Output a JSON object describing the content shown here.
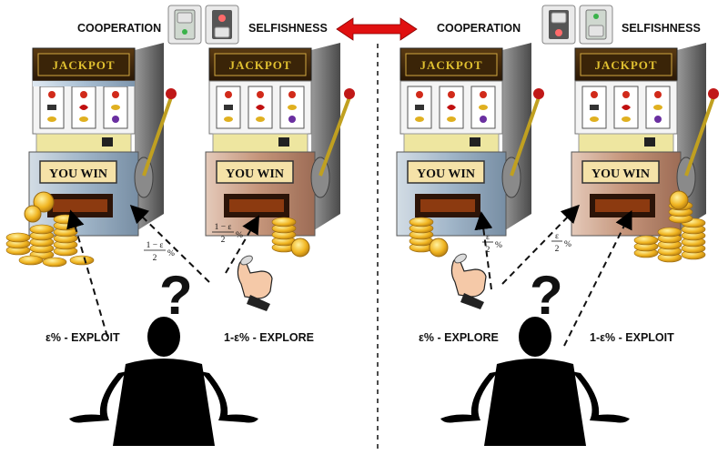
{
  "labels": {
    "left_cooperation": "COOPERATION",
    "left_selfishness": "SELFISHNESS",
    "right_cooperation": "COOPERATION",
    "right_selfishness": "SELFISHNESS"
  },
  "machines": {
    "jackpot": "JACKPOT",
    "you_win": "YOU WIN"
  },
  "left_panel": {
    "exploit_label": "ε% - EXPLOIT",
    "explore_label": "1-ε% - EXPLORE",
    "prob_coop_num": "1 − ε",
    "prob_coop_den": "2",
    "prob_self_num": "1 − ε",
    "prob_self_den": "2",
    "percent": "%"
  },
  "right_panel": {
    "explore_label": "ε% - EXPLORE",
    "exploit_label": "1-ε% - EXPLOIT",
    "prob_coop_num": "ε",
    "prob_coop_den": "2",
    "prob_self_num": "ε",
    "prob_self_den": "2",
    "percent": "%"
  },
  "question_mark": "?",
  "colors": {
    "cooperation_machine": "#9fb6cc",
    "selfishness_machine": "#c9977b",
    "arrow_red": "#e01010",
    "coin_gold": "#f0b020"
  }
}
